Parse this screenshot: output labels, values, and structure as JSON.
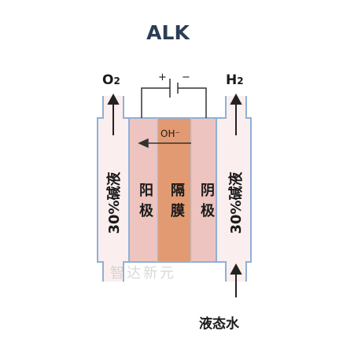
{
  "title": "ALK",
  "gas_left": {
    "base": "O",
    "sub": "2"
  },
  "gas_right": {
    "base": "H",
    "sub": "2"
  },
  "battery": {
    "plus": "+",
    "minus": "−"
  },
  "ion": "OH⁻",
  "sections": {
    "left_electrolyte": "30%碱液",
    "anode": "阳极",
    "membrane": "隔膜",
    "cathode": "阴极",
    "right_electrolyte": "30%碱液"
  },
  "inlet_label": "液态水",
  "watermark": "智达新元",
  "colors": {
    "title": "#2c3e55",
    "outline": "#8fb0d6",
    "electrolyte": "#fbeeee",
    "electrode": "#eec4c0",
    "membrane": "#e29a72",
    "wire": "#333333"
  }
}
